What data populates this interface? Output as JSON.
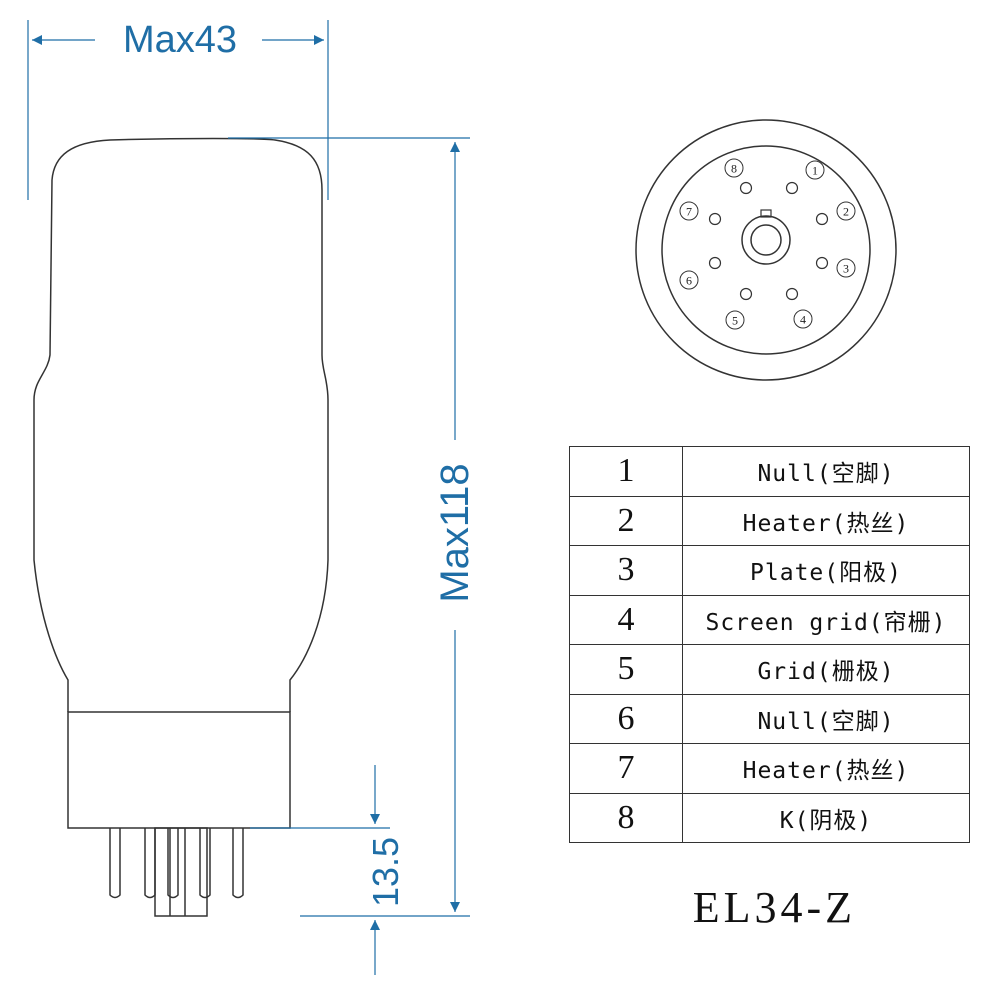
{
  "dimensions": {
    "width_label": "Max43",
    "height_label": "Max118",
    "pin_length_label": "13.5"
  },
  "base_pins": [
    "1",
    "2",
    "3",
    "4",
    "5",
    "6",
    "7",
    "8"
  ],
  "pin_table": [
    {
      "num": "1",
      "function": "Null(空脚)"
    },
    {
      "num": "2",
      "function": "Heater(热丝)"
    },
    {
      "num": "3",
      "function": "Plate(阳极)"
    },
    {
      "num": "4",
      "function": "Screen grid(帘栅)"
    },
    {
      "num": "5",
      "function": "Grid(栅极)"
    },
    {
      "num": "6",
      "function": "Null(空脚)"
    },
    {
      "num": "7",
      "function": "Heater(热丝)"
    },
    {
      "num": "8",
      "function": "K(阴极)"
    }
  ],
  "model": "EL34-Z",
  "colors": {
    "dimension": "#1f6ea6",
    "outline": "#333333"
  }
}
